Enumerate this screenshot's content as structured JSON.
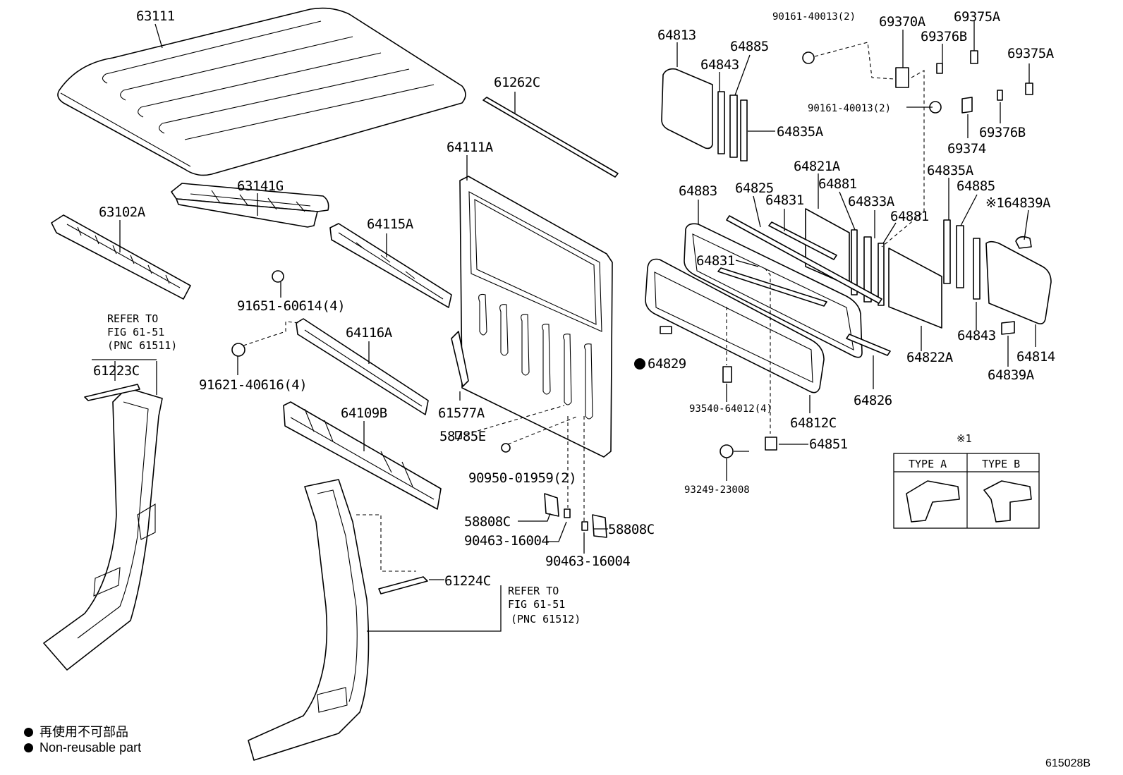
{
  "parts": {
    "p63111": "63111",
    "p63141g": "63141G",
    "p63102a": "63102A",
    "p91651": "91651-60614(4)",
    "p91621": "91621-40616(4)",
    "p64116a": "64116A",
    "p64115a": "64115A",
    "p61262c": "61262C",
    "p64111a": "64111A",
    "p64109b": "64109B",
    "p61577a": "61577A",
    "p58785e": "58785E",
    "p90950": "90950-01959(2)",
    "p58808c_l": "58808C",
    "p58808c_r": "58808C",
    "p90463_l": "90463-16004",
    "p90463_r": "90463-16004",
    "p61223c": "61223C",
    "p61224c": "61224C",
    "p64813": "64813",
    "p64843_t": "64843",
    "p64885_t": "64885",
    "p64835a_t": "64835A",
    "p90161_t": "90161-40013(2)",
    "p90161_m": "90161-40013(2)",
    "p69370a": "69370A",
    "p69375a_t": "69375A",
    "p69376b_t": "69376B",
    "p69375a_r": "69375A",
    "p69376b_r": "69376B",
    "p69374": "69374",
    "p64821a": "64821A",
    "p64883": "64883",
    "p64825": "64825",
    "p64881_t": "64881",
    "p64831_t": "64831",
    "p64833a": "64833A",
    "p64881_r": "64881",
    "p64835a_r": "64835A",
    "p64885_r": "64885",
    "p64839a_t": "※164839A",
    "p64831_m": "64831",
    "p64829": "64829",
    "p64822a": "64822A",
    "p64843_b": "64843",
    "p64814": "64814",
    "p64839a_b": "64839A",
    "p93540": "93540-64012(4)",
    "p64826": "64826",
    "p64812c": "64812C",
    "p64851": "64851",
    "p93249": "93249-23008"
  },
  "notes": {
    "refer1_a": "REFER TO",
    "refer1_b": "FIG 61-51",
    "refer1_c": "(PNC 61511)",
    "refer2_a": "REFER TO",
    "refer2_b": "FIG 61-51",
    "refer2_c": "(PNC 61512)"
  },
  "type_box": {
    "marker": "※1",
    "type_a": "TYPE A",
    "type_b": "TYPE B"
  },
  "legend": {
    "line_jp": "再使用不可部品",
    "line_en": "Non-reusable part"
  },
  "figure_code": "615028B"
}
